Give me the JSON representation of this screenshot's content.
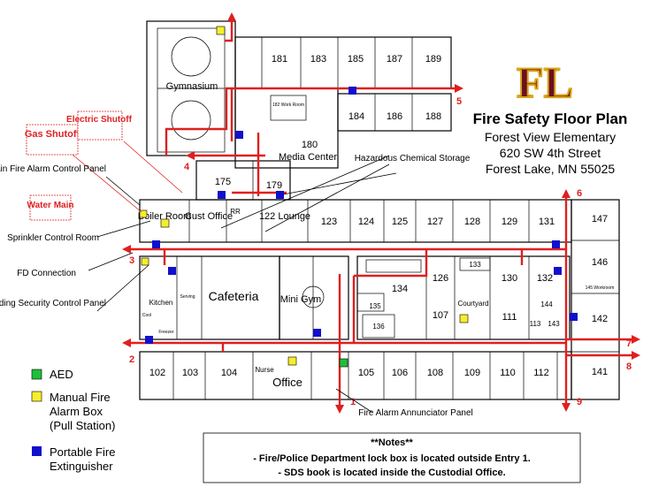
{
  "title": {
    "main": "Fire Safety Floor Plan",
    "school": "Forest View Elementary",
    "street": "620 SW 4th Street",
    "city": "Forest Lake, MN  55025",
    "logo_letters": "FL"
  },
  "rooms": {
    "r181": "181",
    "r183": "183",
    "r185": "185",
    "r187": "187",
    "r189": "189",
    "r184": "184",
    "r186": "186",
    "r188": "188",
    "gym": "Gymnasium",
    "work182": "182 Work Room",
    "media_num": "180",
    "media_name": "Media Center",
    "r175": "175",
    "r179": "179",
    "boiler": "Boiler Room",
    "cust": "Cust Office",
    "rr": "RR",
    "lounge": "122 Lounge",
    "r123": "123",
    "r124": "124",
    "r125": "125",
    "r127": "127",
    "r128": "128",
    "r129": "129",
    "r131": "131",
    "r147": "147",
    "r146": "146",
    "r130": "130",
    "r132": "132",
    "w145": "145 Workroom",
    "r144": "144",
    "r142": "142",
    "r113": "113",
    "r143": "143",
    "r111": "111",
    "r126": "126",
    "r133": "133",
    "r134": "134",
    "r135": "135",
    "r136": "136",
    "r107": "107",
    "courtyard": "Courtyard",
    "kitchen": "Kitchen",
    "serving": "Serving",
    "cafeteria": "Cafeteria",
    "minigym": "Mini Gym",
    "freezer": "Freezer",
    "cool": "Cool",
    "r102": "102",
    "r103": "103",
    "r104": "104",
    "nurse": "Nurse",
    "office": "Office",
    "r105": "105",
    "r106": "106",
    "r108": "108",
    "r109": "109",
    "r110": "110",
    "r112": "112",
    "r141": "141"
  },
  "exits": [
    "1",
    "2",
    "3",
    "4",
    "5",
    "6",
    "7",
    "8",
    "9"
  ],
  "labels": {
    "gas": "Gas Shutoff",
    "electric": "Electric Shutoff",
    "water": "Water Main",
    "fire_panel": "Main Fire Alarm Control Panel",
    "sprinkler": "Sprinkler Control Room",
    "fd": "FD Connection",
    "security": "Building Security Control Panel",
    "hazard": "Hazardous Chemical Storage",
    "annunciator": "Fire Alarm Annunciator Panel"
  },
  "legend": [
    {
      "label": "AED",
      "color": "#1fbf3a"
    },
    {
      "label": "Manual Fire Alarm Box (Pull Station)",
      "color": "#f6ee2a"
    },
    {
      "label": "Portable Fire Extinguisher",
      "color": "#1010cc"
    }
  ],
  "notes": {
    "heading": "**Notes**",
    "line1": "- Fire/Police Department lock box is located outside Entry 1.",
    "line2": "- SDS book is located inside the Custodial Office."
  },
  "colors": {
    "route": "#e01f1f",
    "logo_fill": "#6b1020",
    "logo_outline": "#d9a81a"
  }
}
